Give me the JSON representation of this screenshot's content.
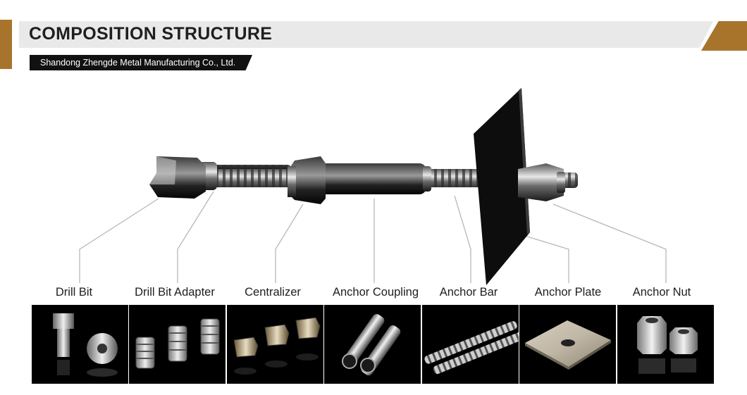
{
  "header": {
    "title": "COMPOSITION STRUCTURE",
    "subtitle": "Shandong Zhengde Metal Manufacturing Co., Ltd."
  },
  "components": [
    {
      "label": "Drill Bit",
      "icon": "drill-bit-icon"
    },
    {
      "label": "Drill Bit Adapter",
      "icon": "drill-bit-adapter-icon"
    },
    {
      "label": "Centralizer",
      "icon": "centralizer-icon"
    },
    {
      "label": "Anchor Coupling",
      "icon": "anchor-coupling-icon"
    },
    {
      "label": "Anchor Bar",
      "icon": "anchor-bar-icon"
    },
    {
      "label": "Anchor Plate",
      "icon": "anchor-plate-icon"
    },
    {
      "label": "Anchor Nut",
      "icon": "anchor-nut-icon"
    }
  ],
  "colors": {
    "accent": "#a8742c",
    "title_bar": "#e9e9e9",
    "subtitle_bar": "#111111",
    "panel_background": "#000000"
  }
}
